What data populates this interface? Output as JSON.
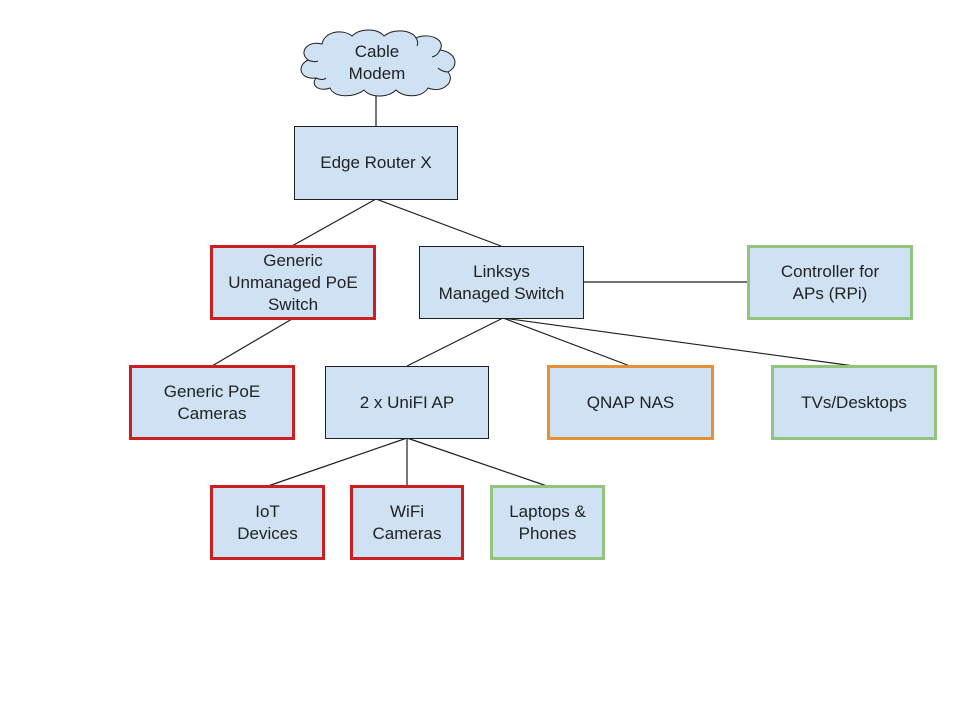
{
  "diagram": {
    "title": "Home network topology",
    "nodes": {
      "cable_modem": {
        "label": "Cable\nModem",
        "shape": "cloud",
        "border_color": "#1f1f1f",
        "fill": "#cfe2f3"
      },
      "edge_router": {
        "label": "Edge Router X",
        "shape": "rect",
        "category": "default",
        "border_color": "#1f1f1f"
      },
      "unmanaged_poe_switch": {
        "label": "Generic\nUnmanaged PoE\nSwitch",
        "shape": "rect",
        "category": "red",
        "border_color": "#cc1f1f"
      },
      "linksys_switch": {
        "label": "Linksys\nManaged Switch",
        "shape": "rect",
        "category": "default",
        "border_color": "#1f1f1f"
      },
      "ap_controller": {
        "label": "Controller for\nAPs (RPi)",
        "shape": "rect",
        "category": "green",
        "border_color": "#93c47d"
      },
      "poe_cameras": {
        "label": "Generic PoE\nCameras",
        "shape": "rect",
        "category": "red",
        "border_color": "#cc1f1f"
      },
      "unifi_ap": {
        "label": "2 x UniFI AP",
        "shape": "rect",
        "category": "default",
        "border_color": "#1f1f1f"
      },
      "qnap_nas": {
        "label": "QNAP NAS",
        "shape": "rect",
        "category": "orange",
        "border_color": "#e69138"
      },
      "tvs_desktops": {
        "label": "TVs/Desktops",
        "shape": "rect",
        "category": "green",
        "border_color": "#93c47d"
      },
      "iot_devices": {
        "label": "IoT\nDevices",
        "shape": "rect",
        "category": "red",
        "border_color": "#cc1f1f"
      },
      "wifi_cameras": {
        "label": "WiFi\nCameras",
        "shape": "rect",
        "category": "red",
        "border_color": "#cc1f1f"
      },
      "laptops_phones": {
        "label": "Laptops &\nPhones",
        "shape": "rect",
        "category": "green",
        "border_color": "#93c47d"
      }
    },
    "edges": [
      {
        "from": "cable_modem",
        "to": "edge_router"
      },
      {
        "from": "edge_router",
        "to": "unmanaged_poe_switch"
      },
      {
        "from": "edge_router",
        "to": "linksys_switch"
      },
      {
        "from": "linksys_switch",
        "to": "ap_controller"
      },
      {
        "from": "unmanaged_poe_switch",
        "to": "poe_cameras"
      },
      {
        "from": "linksys_switch",
        "to": "unifi_ap"
      },
      {
        "from": "linksys_switch",
        "to": "qnap_nas"
      },
      {
        "from": "linksys_switch",
        "to": "tvs_desktops"
      },
      {
        "from": "unifi_ap",
        "to": "iot_devices"
      },
      {
        "from": "unifi_ap",
        "to": "wifi_cameras"
      },
      {
        "from": "unifi_ap",
        "to": "laptops_phones"
      }
    ],
    "colors": {
      "node_fill": "#cfe2f3",
      "line": "#1f1f1f",
      "red": "#cc1f1f",
      "green": "#93c47d",
      "orange": "#e69138"
    }
  }
}
